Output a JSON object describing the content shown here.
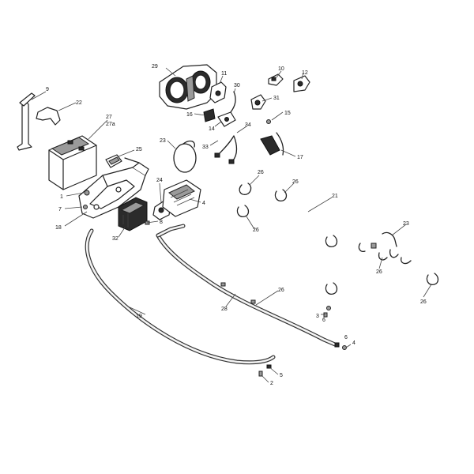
{
  "callouts": {
    "c1": "1",
    "c2": "2",
    "c3": "3",
    "c4a": "4",
    "c4b": "4",
    "c5": "5",
    "c6a": "6",
    "c6b": "6",
    "c7": "7",
    "c8": "8",
    "c9": "9",
    "c10": "10",
    "c11": "11",
    "c12": "12",
    "c14": "14",
    "c15": "15",
    "c16": "16",
    "c17": "17",
    "c18": "18",
    "c19": "19",
    "c21": "21",
    "c22": "22",
    "c23a": "23",
    "c23b": "23",
    "c24": "24",
    "c25": "25",
    "c26a": "26",
    "c26b": "26",
    "c26c": "26",
    "c26d": "26",
    "c26e": "26",
    "c26f": "26",
    "c27": "27",
    "c27a": "27a",
    "c28": "28",
    "c29": "29",
    "c30": "30",
    "c31": "31",
    "c32": "32",
    "c33": "33",
    "c34": "34"
  }
}
